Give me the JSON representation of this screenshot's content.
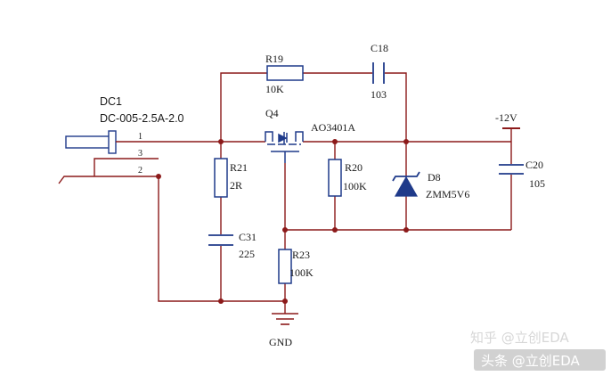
{
  "colors": {
    "wire": "#8c1a1a",
    "component": "#1f3a8a",
    "text": "#1a1a1a",
    "ground": "#8c1a1a",
    "watermark": "#ffffff"
  },
  "connector": {
    "ref": "DC1",
    "part": "DC-005-2.5A-2.0",
    "pins": [
      "1",
      "3",
      "2"
    ]
  },
  "components": {
    "r19": {
      "ref": "R19",
      "value": "10K"
    },
    "c18": {
      "ref": "C18",
      "value": "103"
    },
    "q4": {
      "ref": "Q4",
      "value": "AO3401A"
    },
    "r21": {
      "ref": "R21",
      "value": "2R"
    },
    "c31": {
      "ref": "C31",
      "value": "225"
    },
    "r20": {
      "ref": "R20",
      "value": "100K"
    },
    "d8": {
      "ref": "D8",
      "value": "ZMM5V6"
    },
    "c20": {
      "ref": "C20",
      "value": "105"
    },
    "r23": {
      "ref": "R23",
      "value": "100K"
    }
  },
  "power": {
    "label": "-12V"
  },
  "ground": {
    "label": "GND"
  },
  "watermark": {
    "faded": "知乎 @立创EDA",
    "front": "头条 @立创EDA"
  },
  "icons": {
    "ground": "ground-symbol-icon",
    "power": "power-rail-icon",
    "diode": "zener-diode-icon",
    "mosfet": "p-mosfet-icon"
  }
}
